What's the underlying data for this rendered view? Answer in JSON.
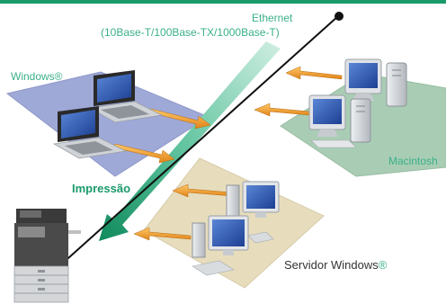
{
  "labels": {
    "ethernet_title": "Ethernet",
    "ethernet_spec": "(10Base-T/100Base-TX/1000Base-T)",
    "windows": "Windows®",
    "macintosh": "Macintosh",
    "printing": "Impressão",
    "server_name": "Servidor Windows",
    "server_mark": "®"
  },
  "colors": {
    "accent_green": "#1a9a6a",
    "label_green": "#3ab08a",
    "arrow_orange": "#f0a030",
    "windows_plate": "#9fa9d8",
    "mac_plate": "#a9cdb4",
    "server_plate": "#e7ddbd"
  }
}
